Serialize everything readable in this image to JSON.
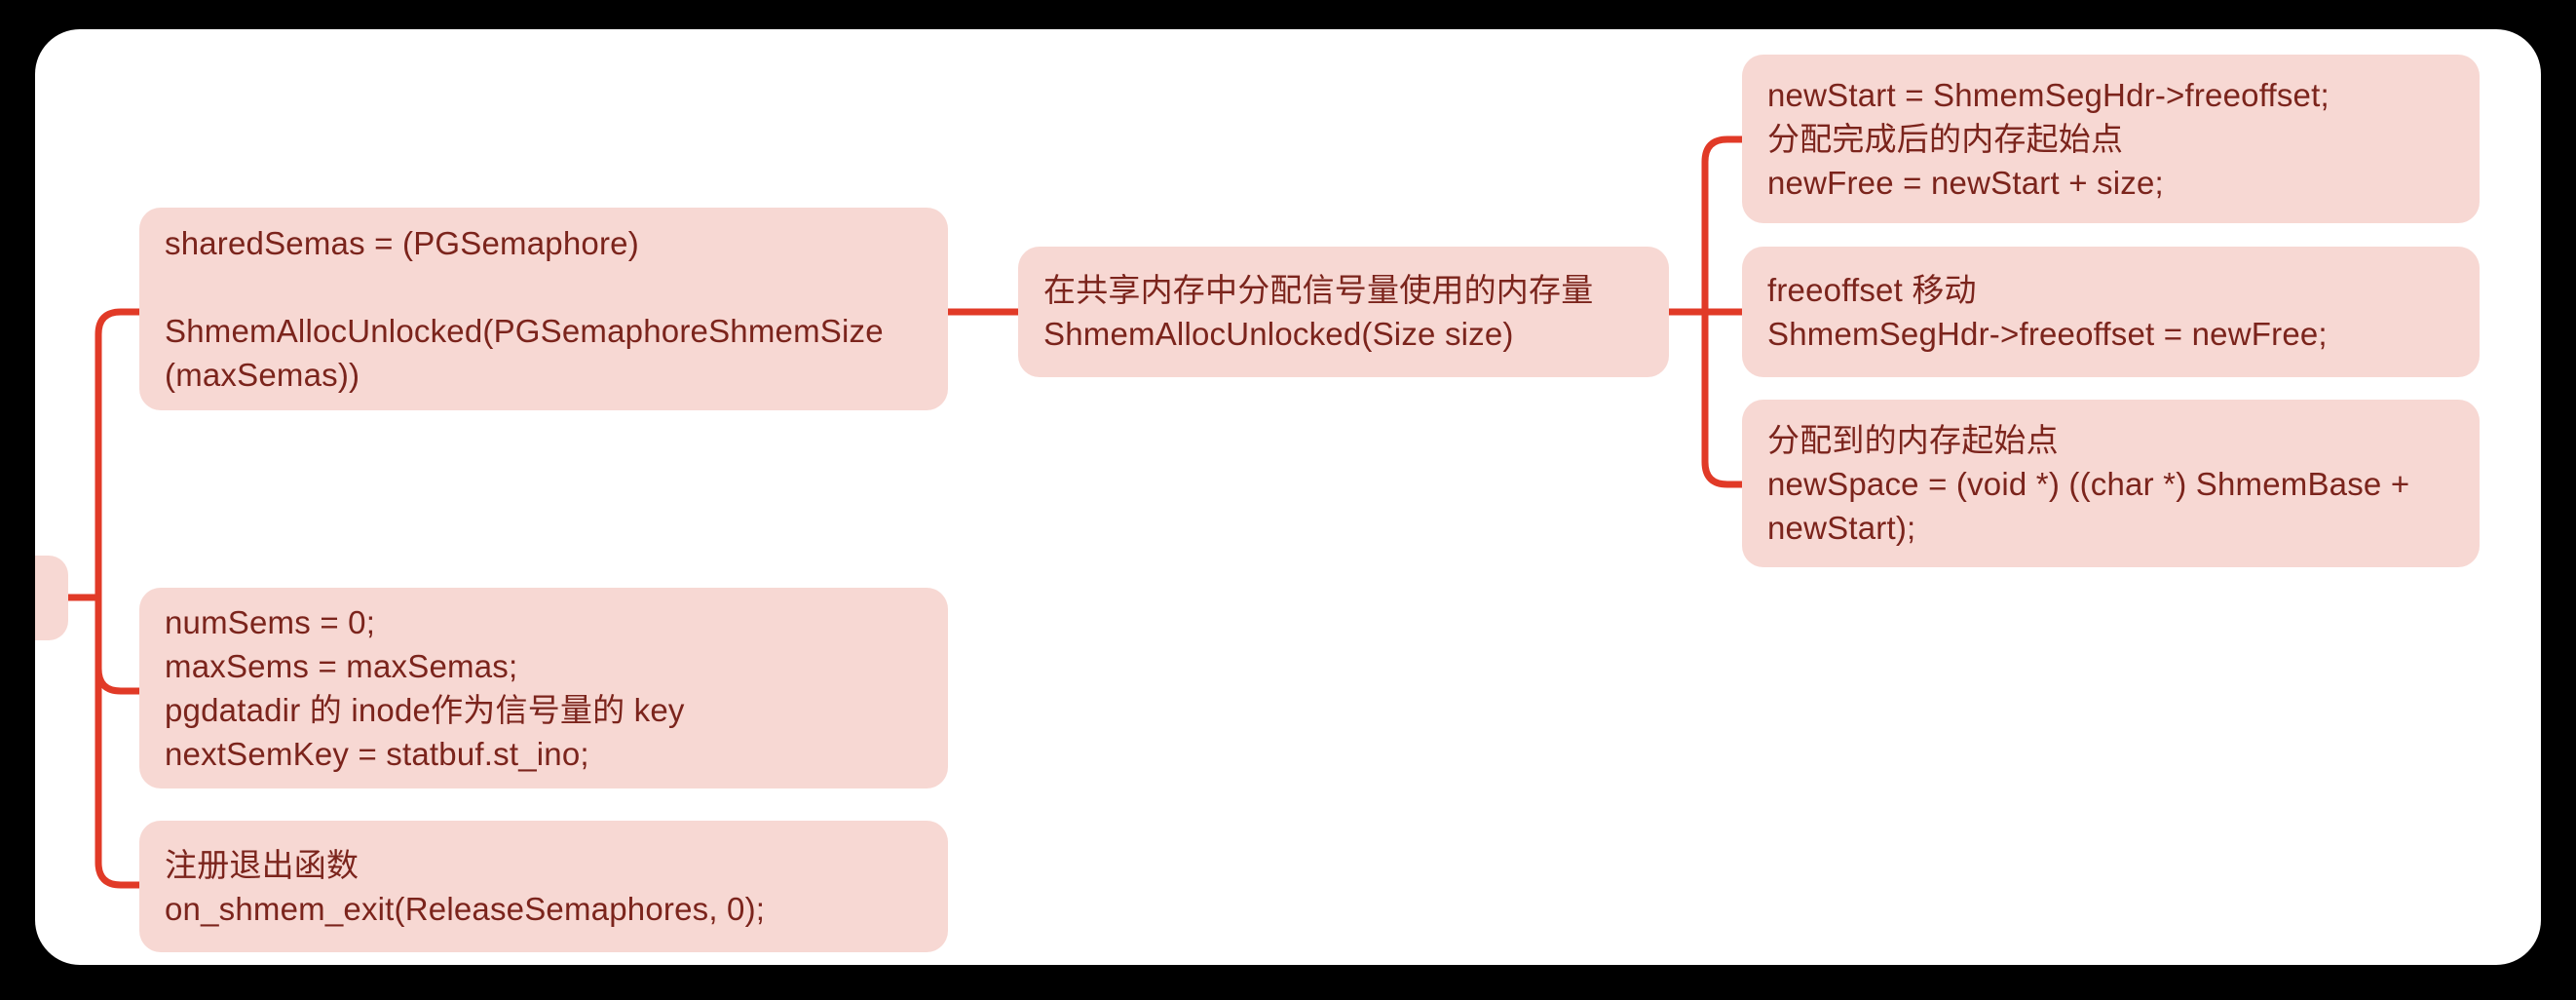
{
  "colors": {
    "background": "#000000",
    "sheet": "#ffffff",
    "node_fill": "#f7d8d3",
    "node_text": "#7b241c",
    "connector": "#e13a27"
  },
  "mindmap": {
    "root_label": "",
    "nodes": {
      "shared_semas": {
        "text": "sharedSemas = (PGSemaphore)\n\nShmemAllocUnlocked(PGSemaphoreShmemSize\n(maxSemas))"
      },
      "shmem_alloc": {
        "text": "在共享内存中分配信号量使用的内存量\nShmemAllocUnlocked(Size size)"
      },
      "new_start": {
        "text": "newStart = ShmemSegHdr->freeoffset;\n分配完成后的内存起始点\nnewFree = newStart + size;"
      },
      "freeoffset_move": {
        "text": "freeoffset 移动\nShmemSegHdr->freeoffset = newFree;"
      },
      "new_space": {
        "text": "分配到的内存起始点\nnewSpace = (void *) ((char *) ShmemBase +\nnewStart);"
      },
      "num_sems": {
        "text": "numSems = 0;\nmaxSems = maxSemas;\npgdatadir 的 inode作为信号量的 key\nnextSemKey = statbuf.st_ino;"
      },
      "exit_func": {
        "text": "注册退出函数\non_shmem_exit(ReleaseSemaphores, 0);"
      }
    }
  }
}
